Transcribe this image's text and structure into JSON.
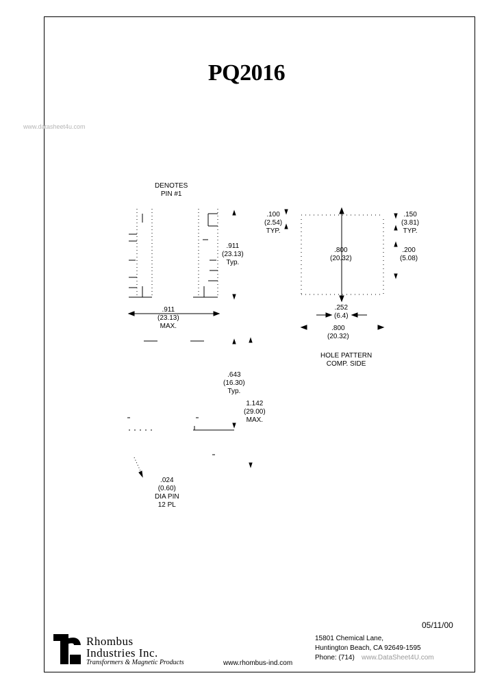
{
  "title": "PQ2016",
  "watermark": "www.datasheet4u.com",
  "labels": {
    "denotes_pin": [
      "DENOTES",
      "PIN #1"
    ],
    "dim_911_typ": [
      ".911",
      "(23.13)",
      "Typ."
    ],
    "dim_911_max": [
      ".911",
      "(23.13)",
      "MAX."
    ],
    "dim_100_typ": [
      ".100",
      "(2.54)",
      "TYP."
    ],
    "dim_800_vert": [
      ".800",
      "(20.32)"
    ],
    "dim_150_typ": [
      ".150",
      "(3.81)",
      "TYP."
    ],
    "dim_200": [
      ".200",
      "(5.08)"
    ],
    "dim_252": [
      ".252",
      "(6.4)"
    ],
    "dim_800_horiz": [
      ".800",
      "(20.32)"
    ],
    "hole_pattern": [
      "HOLE PATTERN",
      "COMP. SIDE"
    ],
    "dim_643_typ": [
      ".643",
      "(16.30)",
      "Typ."
    ],
    "dim_1142_max": [
      "1.142",
      "(29.00)",
      "MAX."
    ],
    "dim_024_pin": [
      ".024",
      "(0.60)",
      "DIA PIN",
      "12 PL"
    ]
  },
  "footer": {
    "company_line1": "Rhombus",
    "company_line2": "Industries Inc.",
    "tagline": "Transformers & Magnetic Products",
    "website": "www.rhombus-ind.com",
    "date": "05/11/00",
    "address_line1": "15801 Chemical Lane,",
    "address_line2": "Huntington Beach, CA 92649-1595",
    "phone_line": "Phone: (714)",
    "phone_overlay": "www.DataSheet4U.com"
  }
}
